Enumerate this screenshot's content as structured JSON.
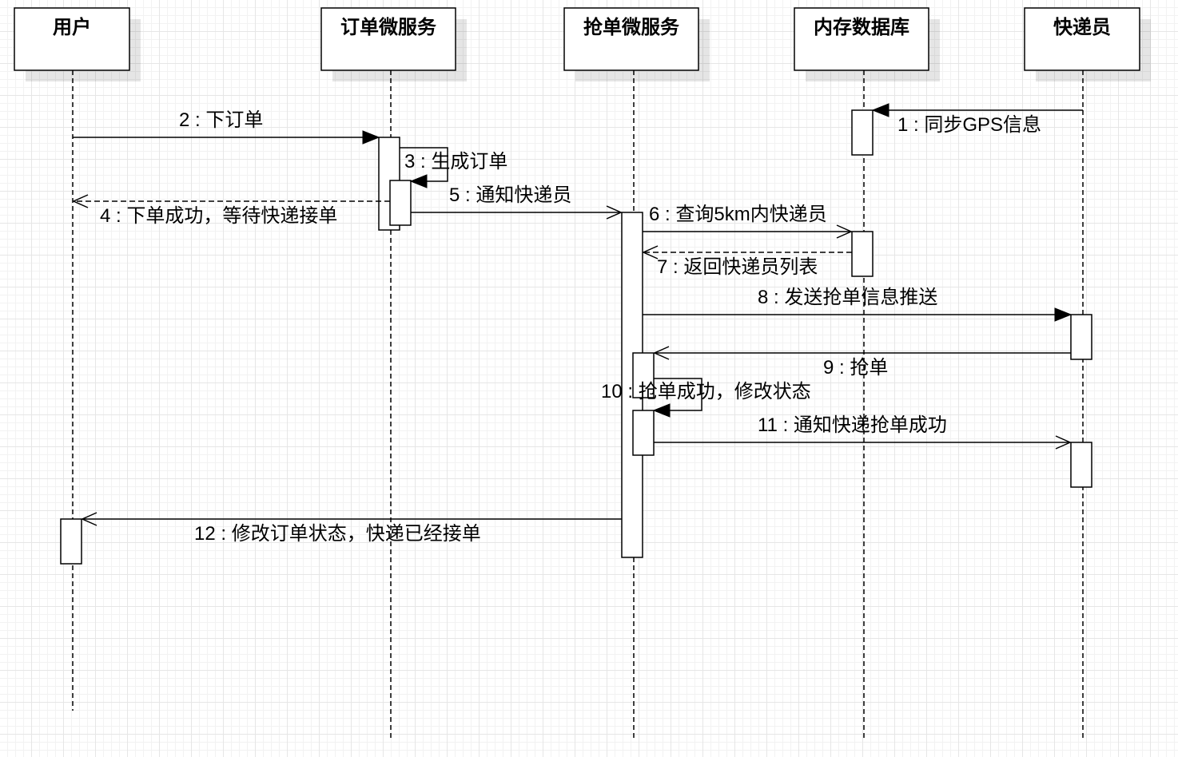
{
  "participants": [
    {
      "id": "user",
      "name": "用户"
    },
    {
      "id": "order",
      "name": "订单微服务"
    },
    {
      "id": "grab",
      "name": "抢单微服务"
    },
    {
      "id": "memdb",
      "name": "内存数据库"
    },
    {
      "id": "courier",
      "name": "快递员"
    }
  ],
  "messages": [
    {
      "id": "m1",
      "label": "1 : 同步GPS信息",
      "from": "courier",
      "to": "memdb",
      "type": "sync"
    },
    {
      "id": "m2",
      "label": "2 : 下订单",
      "from": "user",
      "to": "order",
      "type": "sync"
    },
    {
      "id": "m3",
      "label": "3 : 生成订单",
      "from": "order",
      "to": "order",
      "type": "self"
    },
    {
      "id": "m4",
      "label": "4 : 下单成功，等待快递接单",
      "from": "order",
      "to": "user",
      "type": "return"
    },
    {
      "id": "m5",
      "label": "5 : 通知快递员",
      "from": "order",
      "to": "grab",
      "type": "async"
    },
    {
      "id": "m6",
      "label": "6 : 查询5km内快递员",
      "from": "grab",
      "to": "memdb",
      "type": "async"
    },
    {
      "id": "m7",
      "label": "7 : 返回快递员列表",
      "from": "memdb",
      "to": "grab",
      "type": "return"
    },
    {
      "id": "m8",
      "label": "8 : 发送抢单信息推送",
      "from": "grab",
      "to": "courier",
      "type": "sync"
    },
    {
      "id": "m9",
      "label": "9 : 抢单",
      "from": "courier",
      "to": "grab",
      "type": "async"
    },
    {
      "id": "m10",
      "label": "10 : 抢单成功，修改状态",
      "from": "grab",
      "to": "grab",
      "type": "self"
    },
    {
      "id": "m11",
      "label": "11 : 通知快递抢单成功",
      "from": "grab",
      "to": "courier",
      "type": "async"
    },
    {
      "id": "m12",
      "label": "12 : 修改订单状态，快递已经接单",
      "from": "grab",
      "to": "user",
      "type": "async"
    }
  ]
}
